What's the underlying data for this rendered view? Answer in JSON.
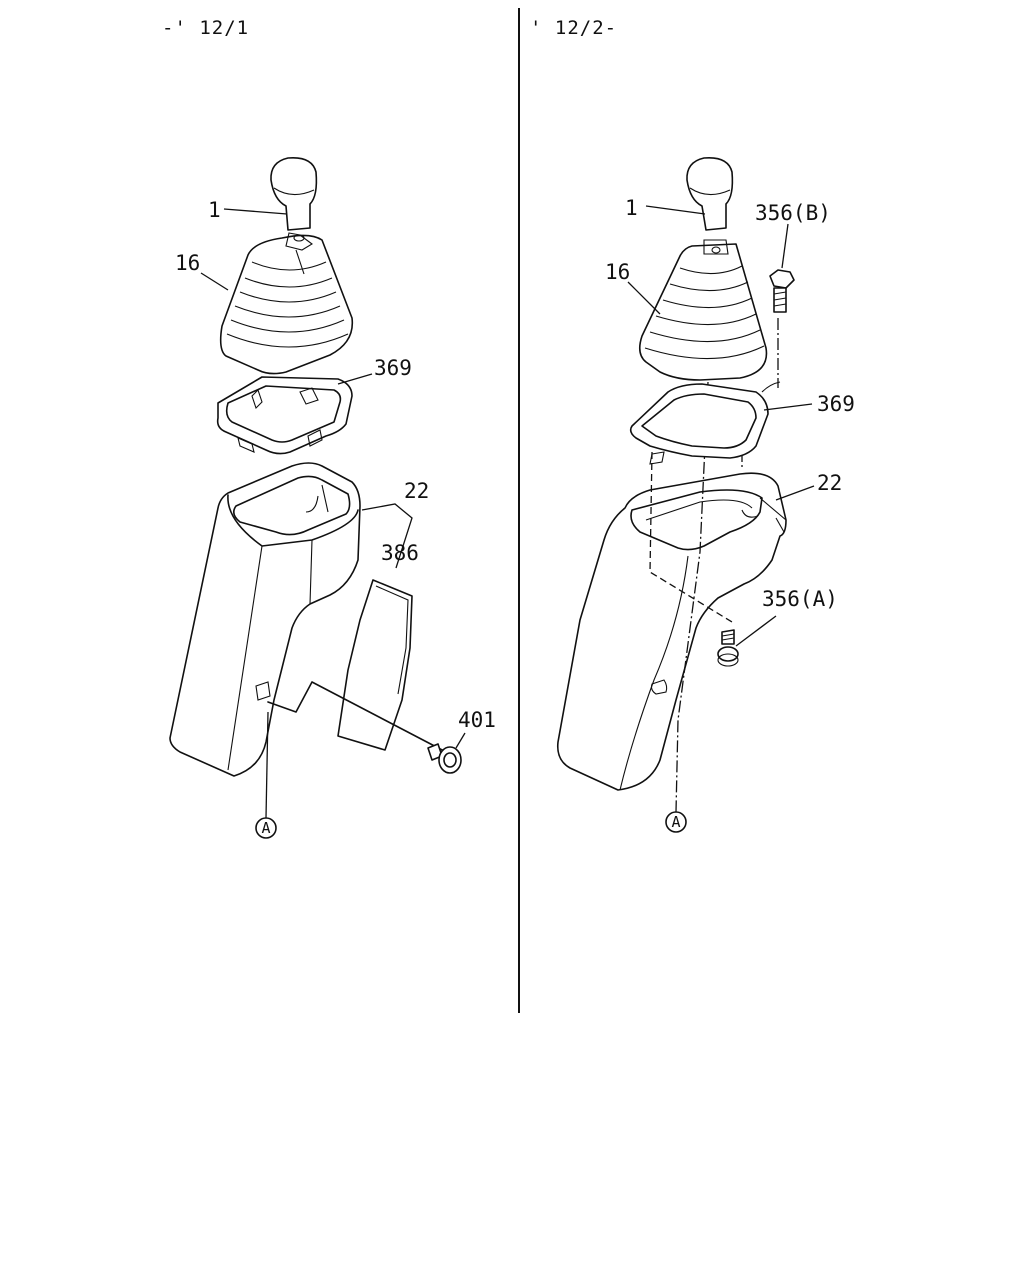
{
  "headers": {
    "left": "-' 12/1",
    "right": "' 12/2-"
  },
  "left_callouts": {
    "knob": "1",
    "boot": "16",
    "frame": "369",
    "console": "22",
    "plate": "386",
    "screw": "401",
    "ref_a": "A"
  },
  "right_callouts": {
    "knob": "1",
    "bolt_b": "356(B)",
    "boot": "16",
    "frame": "369",
    "console": "22",
    "bolt_a": "356(A)",
    "ref_a": "A"
  }
}
